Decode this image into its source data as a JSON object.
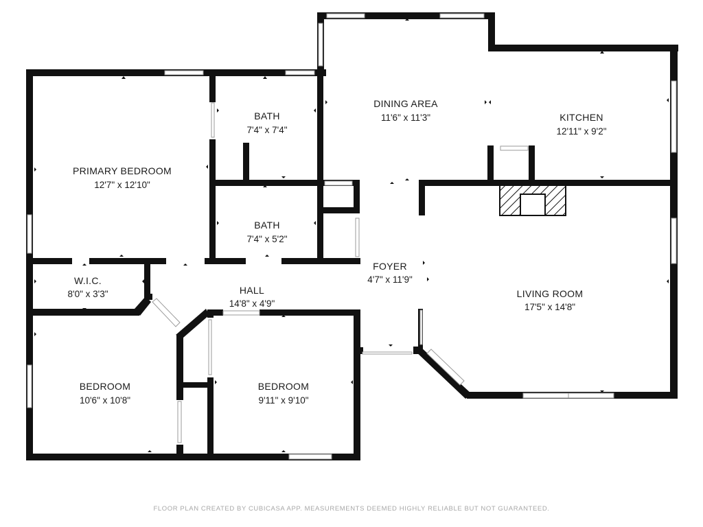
{
  "rooms": [
    {
      "id": "primary-bedroom",
      "name": "PRIMARY BEDROOM",
      "dims": "12'7\" x 12'10\""
    },
    {
      "id": "bath-1",
      "name": "BATH",
      "dims": "7'4\" x 7'4\""
    },
    {
      "id": "bath-2",
      "name": "BATH",
      "dims": "7'4\" x 5'2\""
    },
    {
      "id": "dining-area",
      "name": "DINING AREA",
      "dims": "11'6\" x 11'3\""
    },
    {
      "id": "kitchen",
      "name": "KITCHEN",
      "dims": "12'11\" x 9'2\""
    },
    {
      "id": "wic",
      "name": "W.I.C.",
      "dims": "8'0\" x 3'3\""
    },
    {
      "id": "hall",
      "name": "HALL",
      "dims": "14'8\" x 4'9\""
    },
    {
      "id": "foyer",
      "name": "FOYER",
      "dims": "4'7\" x 11'9\""
    },
    {
      "id": "living-room",
      "name": "LIVING ROOM",
      "dims": "17'5\" x 14'8\""
    },
    {
      "id": "bedroom-1",
      "name": "BEDROOM",
      "dims": "10'6\" x 10'8\""
    },
    {
      "id": "bedroom-2",
      "name": "BEDROOM",
      "dims": "9'11\" x 9'10\""
    }
  ],
  "footer": "FLOOR PLAN CREATED BY CUBICASA APP. MEASUREMENTS DEEMED HIGHLY RELIABLE BUT NOT GUARANTEED."
}
